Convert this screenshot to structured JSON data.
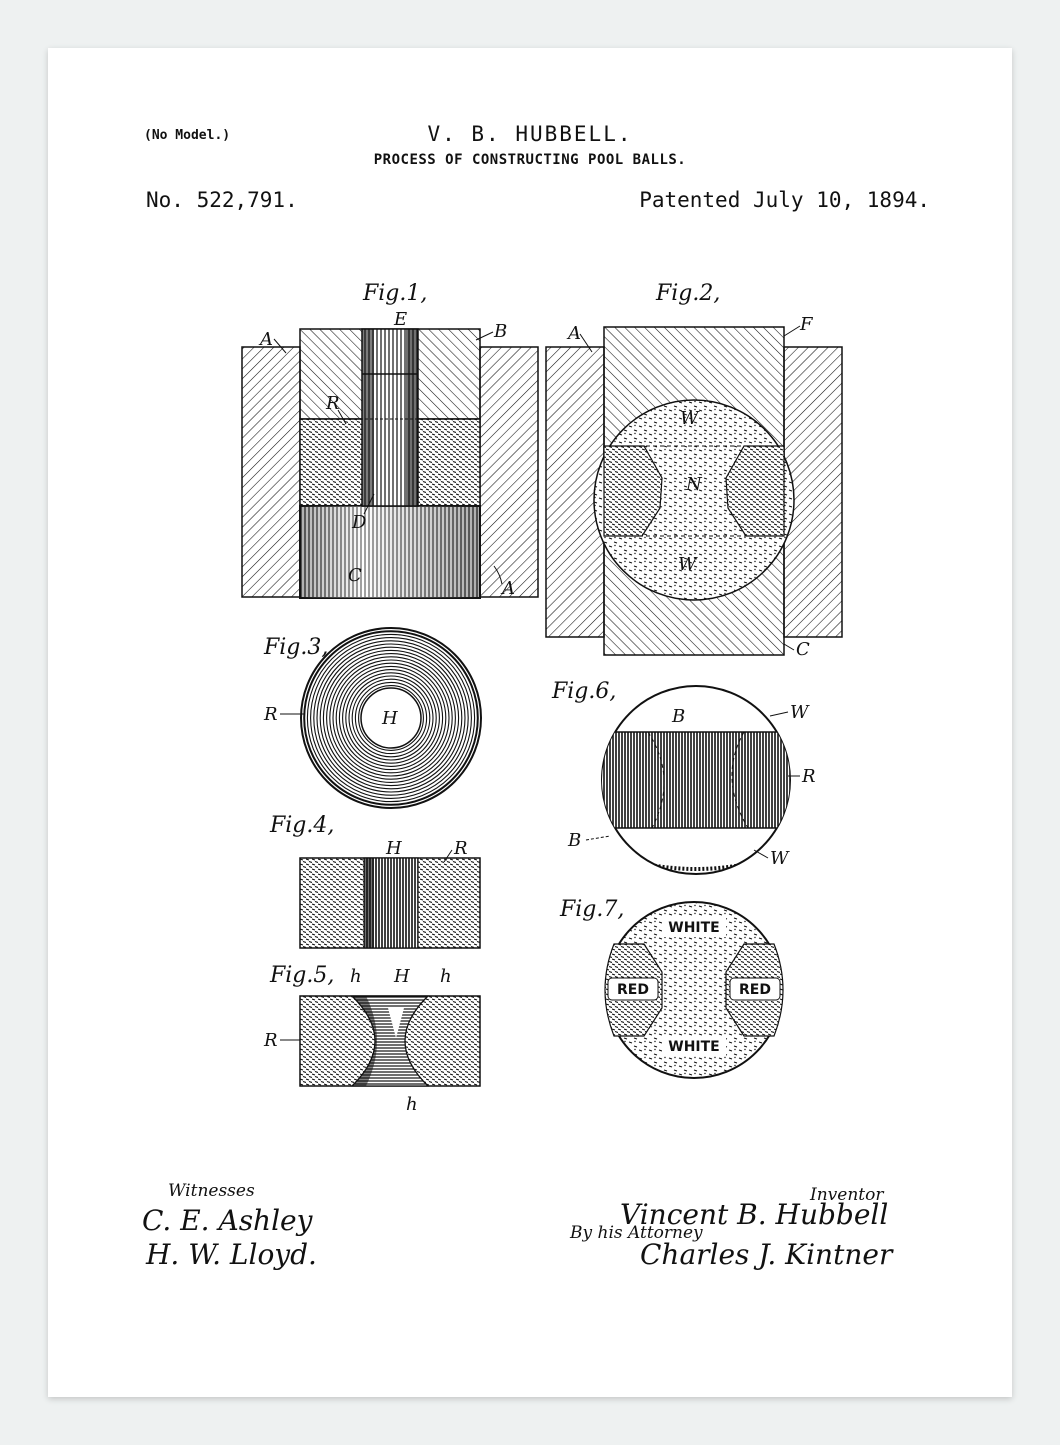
{
  "header": {
    "no_model": "(No Model.)",
    "inventor": "V. B. HUBBELL.",
    "process": "PROCESS OF CONSTRUCTING POOL BALLS.",
    "patent_number": "No. 522,791.",
    "patent_date": "Patented July 10, 1894."
  },
  "figures": {
    "fig1": {
      "title": "Fig.1,",
      "labels": {
        "a_top": "A",
        "b": "B",
        "e": "E",
        "r": "R",
        "d": "D",
        "c": "C",
        "a_bottom": "A"
      }
    },
    "fig2": {
      "title": "Fig.2,",
      "labels": {
        "a": "A",
        "f": "F",
        "w_top": "W",
        "n": "N",
        "w_bottom": "W",
        "c": "C"
      }
    },
    "fig3": {
      "title": "Fig.3,",
      "labels": {
        "r": "R",
        "h": "H"
      }
    },
    "fig4": {
      "title": "Fig.4,",
      "labels": {
        "h": "H",
        "r": "R"
      }
    },
    "fig5": {
      "title": "Fig.5,",
      "labels": {
        "h_left": "h",
        "h_big": "H",
        "h_right": "h",
        "r": "R",
        "h_bottom": "h"
      }
    },
    "fig6": {
      "title": "Fig.6,",
      "labels": {
        "b_top": "B",
        "w_top": "W",
        "r": "R",
        "b_bottom": "B",
        "w_bottom": "W"
      }
    },
    "fig7": {
      "title": "Fig.7,",
      "labels": {
        "white_top": "WHITE",
        "red_left": "RED",
        "red_right": "RED",
        "white_bottom": "WHITE"
      }
    }
  },
  "signatures": {
    "witnesses_heading": "Witnesses",
    "witness_1": "C. E. Ashley",
    "witness_2": "H. W. Lloyd.",
    "inventor_heading": "Inventor",
    "inventor_name": "Vincent B. Hubbell",
    "by_attorney": "By his Attorney",
    "attorney_name": "Charles J. Kintner"
  },
  "colors": {
    "ink": "#111111",
    "paper": "#ffffff",
    "frame": "#eef1f1"
  }
}
